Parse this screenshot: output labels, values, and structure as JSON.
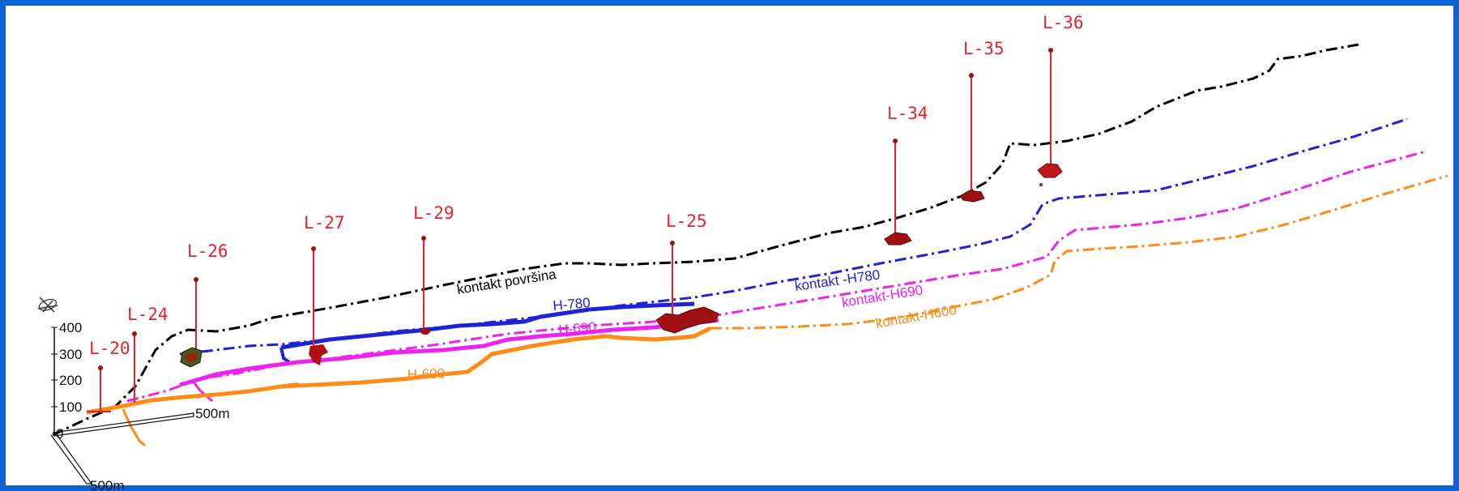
{
  "colors": {
    "border": "#0b63d6",
    "surface": "#000000",
    "h780": "#1f22d6",
    "h690": "#ee22ee",
    "h600": "#ff8a14",
    "well": "#e8202a",
    "orebody": "#b01010"
  },
  "wells": [
    {
      "id": "w-l20",
      "label": "L-20"
    },
    {
      "id": "w-l24",
      "label": "L-24"
    },
    {
      "id": "w-l26",
      "label": "L-26"
    },
    {
      "id": "w-l27",
      "label": "L-27"
    },
    {
      "id": "w-l29",
      "label": "L-29"
    },
    {
      "id": "w-l25",
      "label": "L-25"
    },
    {
      "id": "w-l34",
      "label": "L-34"
    },
    {
      "id": "w-l35",
      "label": "L-35"
    },
    {
      "id": "w-l36",
      "label": "L-36"
    }
  ],
  "contacts": {
    "surface_label": "kontakt površina",
    "h780_label": "kontakt -H780",
    "h690_label": "kontakt-H690",
    "h600_label": "kontakt-H600"
  },
  "levels": {
    "h780_label": "H-780",
    "h690_label": "H-690",
    "h600_label": "H-600"
  },
  "axes": {
    "z_ticks": [
      "400",
      "300",
      "200",
      "100",
      "0"
    ],
    "x_scale_label": "500m",
    "y_scale_label": "500m"
  },
  "icons": {
    "orientation": "compass-icon"
  }
}
